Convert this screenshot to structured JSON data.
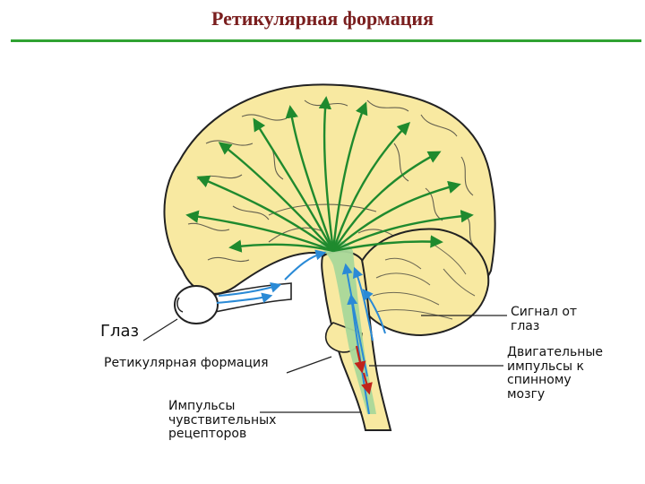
{
  "title": "Ретикулярная формация",
  "colors": {
    "title": "#7a1e1e",
    "rule": "#2fa232",
    "brain_fill": "#f8e9a1",
    "brain_stroke": "#222222",
    "reticular_formation": "#a9d89a",
    "ascending_arrows": "#1f8a2e",
    "sensory_arrows": "#2a8ad6",
    "motor_arrows": "#c0241b"
  },
  "labels": {
    "eye": "Глаз",
    "reticular_formation": "Ретикулярная формация",
    "sensory_impulses": "Импульсы\nчувствительных\nрецепторов",
    "eye_signal": "Сигнал от\nглаз",
    "motor_impulses": "Двигательные\nимпульсы к\nспинному\nмозгу"
  }
}
